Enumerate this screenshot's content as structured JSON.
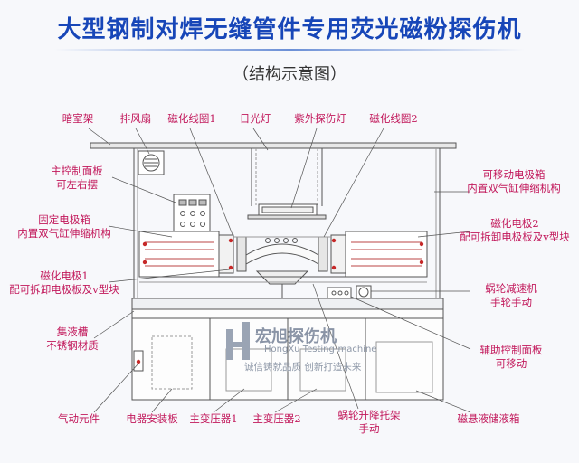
{
  "title": "大型钢制对焊无缝管件专用荧光磁粉探伤机",
  "subtitle": "（结构示意图）",
  "watermark": {
    "company": "宏旭探伤机",
    "english": "HongXu Testing-machine",
    "slogan": "诚信铸就品质  创新打造未来"
  },
  "labels": {
    "dark_room": "暗室架",
    "exhaust_fan": "排风扇",
    "coil_1": "磁化线圈1",
    "daylight_lamp": "日光灯",
    "uv_lamp": "紫外探伤灯",
    "coil_2": "磁化线圈2",
    "main_panel_1": "主控制面板",
    "main_panel_2": "可左右摆",
    "fixed_box_1": "固定电极箱",
    "fixed_box_2": "内置双气缸伸缩机构",
    "electrode1_1": "磁化电极1",
    "electrode1_2": "配可拆卸电极板及v型块",
    "tank_1": "集液槽",
    "tank_2": "不锈钢材质",
    "pneumatic": "气动元件",
    "electrical_board": "电器安装板",
    "transformer_1": "主变压器1",
    "transformer_2": "主变压器2",
    "worm_lift_1": "蜗轮升降托架",
    "worm_lift_2": "手动",
    "mag_tank": "磁悬液储液箱",
    "movable_box_1": "可移动电极箱",
    "movable_box_2": "内置双气缸伸缩机构",
    "electrode2_1": "磁化电极2",
    "electrode2_2": "配可拆卸电极板及v型块",
    "worm_reducer_1": "蜗轮减速机",
    "worm_reducer_2": "手轮手动",
    "aux_panel_1": "辅助控制面板",
    "aux_panel_2": "可移动"
  }
}
